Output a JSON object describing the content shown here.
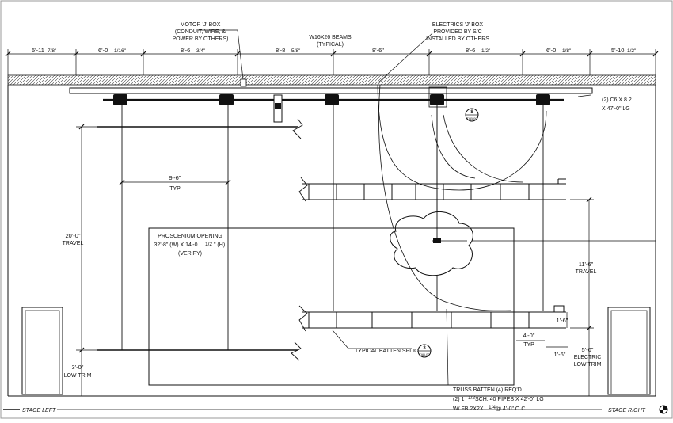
{
  "dimensions": {
    "top_spans": [
      "5'-11",
      "6'-0",
      "8'-6",
      "8'-8",
      "8'-6\"",
      "8'-6",
      "6'-0",
      "5'-10"
    ],
    "top_fracs": [
      "7/8\"",
      "1/16\"",
      "3/4\"",
      "5/8\"",
      "",
      "1/2\"",
      "1/8\"",
      "1/2\""
    ],
    "typ_spacing": "9'-6\"",
    "typ_spacing_note": "TYP",
    "travel_left": "20'-0\"",
    "travel_left_label": "TRAVEL",
    "low_trim_left": "3'-0\"",
    "low_trim_left_label": "LOW TRIM",
    "travel_right": "11'-6\"",
    "travel_right_label": "TRAVEL",
    "elec_low_trim": "5'-0\"",
    "elec_low_trim_l1": "ELECTRIC",
    "elec_low_trim_l2": "LOW TRIM",
    "dim_1_6": "1'-6\"",
    "dim_1_6b": "1'-6\"",
    "dim_4_0": "4'-0\"",
    "dim_4_0_typ": "TYP"
  },
  "notes": {
    "motor_box": [
      "MOTOR 'J' BOX",
      "(CONDUIT, WIRE, &",
      "POWER BY OTHERS)"
    ],
    "beams": [
      "W16X26 BEAMS",
      "(TYPICAL)"
    ],
    "electrics_box": [
      "ELECTRICS 'J' BOX",
      "PROVIDED BY S/C",
      "INSTALLED BY OTHERS"
    ],
    "channel": [
      "(2) C6 X 8.2",
      "X 47'-0\" LG"
    ],
    "proscenium": [
      "PROSCENIUM OPENING",
      "32'-8\" (W) X 14'-0",
      "(VERIFY)"
    ],
    "proscenium_frac": "1/2",
    "proscenium_h": "\" (H)",
    "batten_splice": "TYPICAL BATTEN SPLICE",
    "truss": [
      "TRUSS BATTEN (4) REQ'D",
      "(2) 1",
      "W/ FB 2X2X"
    ],
    "truss_pipes": " SCH. 40 PIPES X 42'-0\" LG",
    "truss_pipes_frac": "1/2",
    "truss_fb": " @ 4'-0\" O.C.",
    "truss_fb_frac": "1/4"
  },
  "callouts": {
    "c1": {
      "num": "8",
      "sheet": "TAB.00"
    },
    "c2": {
      "num": "3",
      "sheet": "TAB.00"
    }
  },
  "footer": {
    "stage_left": "STAGE LEFT",
    "stage_right": "STAGE RIGHT"
  }
}
